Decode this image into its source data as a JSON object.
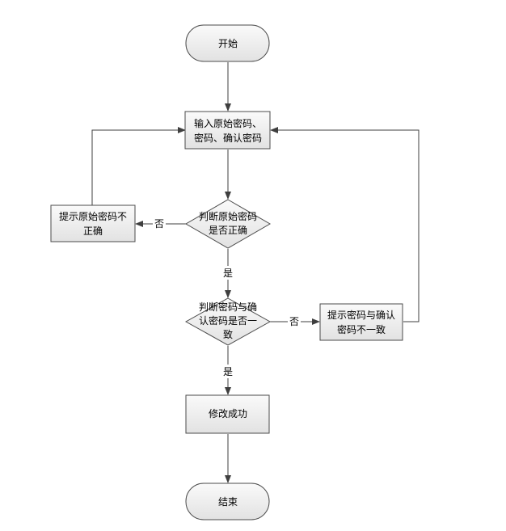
{
  "nodes": {
    "start": {
      "text": "开始"
    },
    "input": {
      "line1": "输入原始密码、",
      "line2": "密码、确认密码"
    },
    "check_original": {
      "line1": "判断原始密码",
      "line2": "是否正确"
    },
    "wrong_original": {
      "line1": "提示原始密码不",
      "line2": "正确"
    },
    "check_match": {
      "line1": "判断密码与确",
      "line2": "认密码是否一",
      "line3": "致"
    },
    "mismatch": {
      "line1": "提示密码与确认",
      "line2": "密码不一致"
    },
    "success": {
      "text": "修改成功"
    },
    "end": {
      "text": "结束"
    }
  },
  "edges": {
    "original_no": "否",
    "original_yes": "是",
    "match_no": "否",
    "match_yes": "是"
  }
}
